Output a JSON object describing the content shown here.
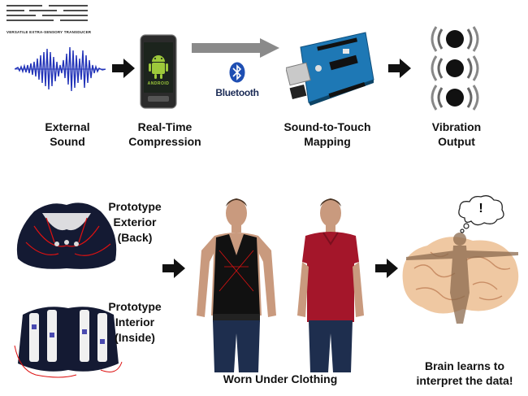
{
  "logo": {
    "tagline": "VERSATILE EXTRA-SENSORY TRANSDUCER"
  },
  "pipeline": {
    "external_sound": [
      "External",
      "Sound"
    ],
    "compression": [
      "Real-Time",
      "Compression"
    ],
    "phone_brand": "ANDROID",
    "bluetooth": "Bluetooth",
    "mapping": [
      "Sound-to-Touch",
      "Mapping"
    ],
    "vibration": [
      "Vibration",
      "Output"
    ]
  },
  "prototype": {
    "exterior": [
      "Prototype",
      "Exterior",
      "(Back)"
    ],
    "interior": [
      "Prototype",
      "Interior",
      "(Inside)"
    ],
    "worn": "Worn Under Clothing",
    "thought": "!",
    "brain": [
      "Brain learns to",
      "interpret the data!"
    ]
  },
  "colors": {
    "arrow": "#111111",
    "bluetooth": "#1f4fb3",
    "arduino": "#1e78b5",
    "shirt": "#a4162a"
  }
}
